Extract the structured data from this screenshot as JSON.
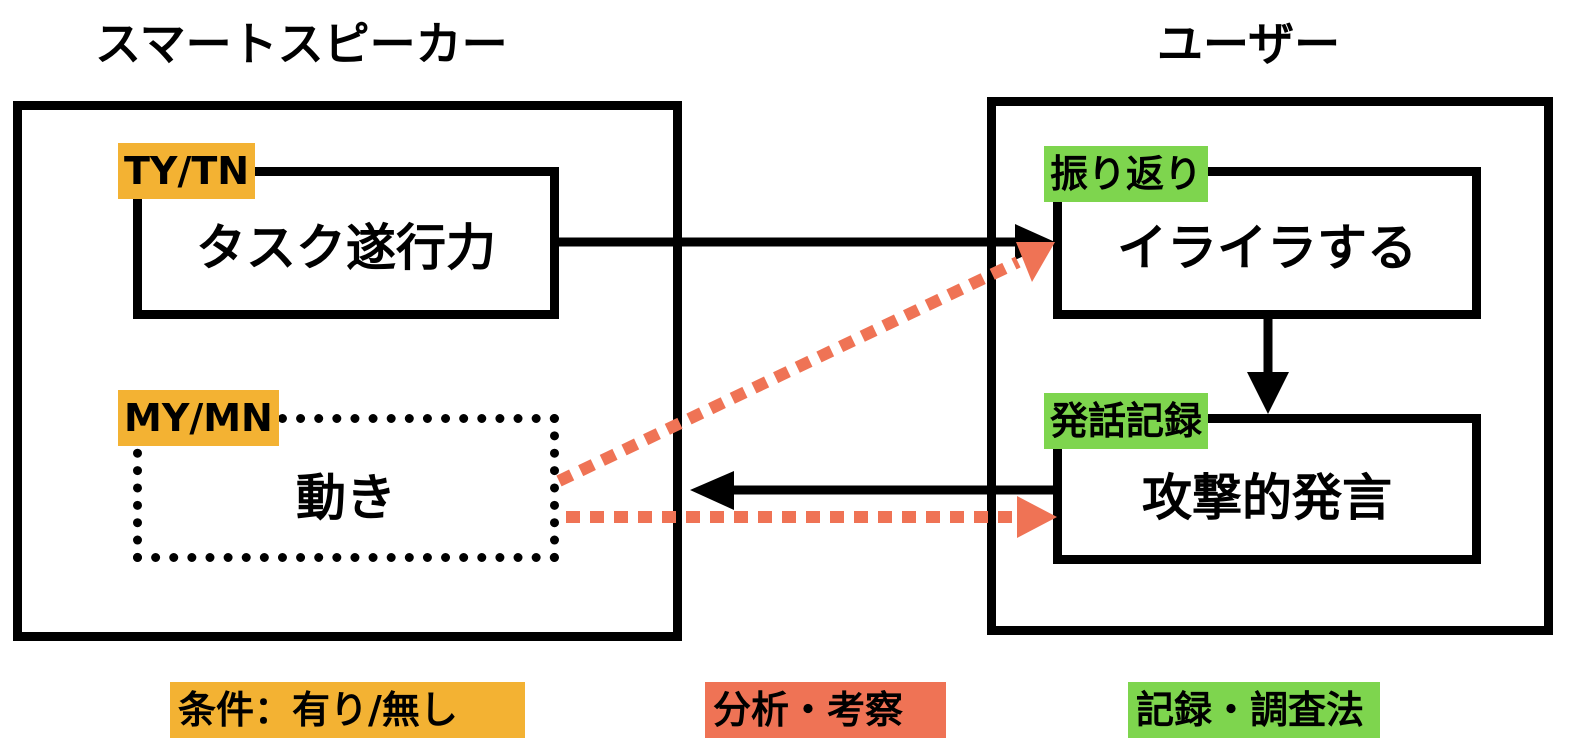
{
  "diagram": {
    "left_group": {
      "title": "スマートスピーカー",
      "boxes": [
        {
          "label": "タスク遂行力",
          "tag": "TY/TN",
          "style": "solid"
        },
        {
          "label": "動き",
          "tag": "MY/MN",
          "style": "dotted"
        }
      ]
    },
    "right_group": {
      "title": "ユーザー",
      "boxes": [
        {
          "label": "イライラする",
          "tag": "振り返り",
          "style": "solid"
        },
        {
          "label": "攻撃的発言",
          "tag": "発話記録",
          "style": "solid"
        }
      ]
    },
    "edges": [
      {
        "from": "タスク遂行力",
        "to": "イライラする",
        "style": "solid"
      },
      {
        "from": "イライラする",
        "to": "攻撃的発言",
        "style": "solid"
      },
      {
        "from": "攻撃的発言",
        "to": "スマートスピーカー",
        "style": "solid"
      },
      {
        "from": "動き",
        "to": "イライラする",
        "style": "dotted"
      },
      {
        "from": "動き",
        "to": "攻撃的発言",
        "style": "dotted"
      }
    ],
    "legend": [
      {
        "label": "条件：有り/無し",
        "color": "#f3b233"
      },
      {
        "label": "分析・考察",
        "color": "#ef7355"
      },
      {
        "label": "記録・調査法",
        "color": "#7ed54e"
      }
    ],
    "colors": {
      "condition": "#f3b233",
      "analysis": "#ef7355",
      "record": "#7ed54e",
      "line": "#000000"
    }
  }
}
